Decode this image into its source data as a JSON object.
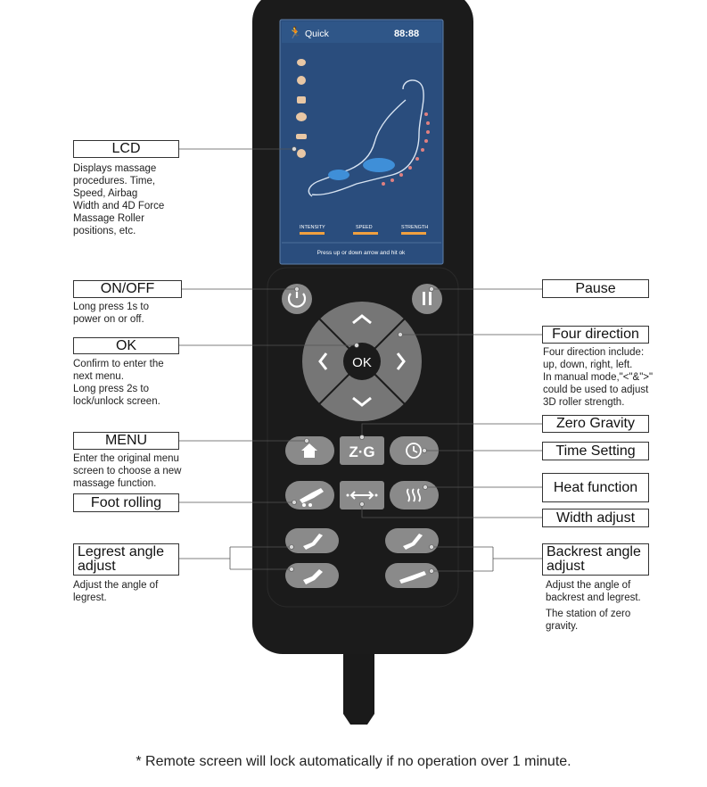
{
  "screen": {
    "mode": "Quick",
    "time": "88:88",
    "gauge_labels": [
      "INTENSITY",
      "SPEED",
      "STRENGTH"
    ],
    "hint": "Press up or down arrow and hit ok"
  },
  "buttons": {
    "ok": "OK",
    "zero_gravity": "Z·G"
  },
  "labels": {
    "lcd": "LCD",
    "on_off": "ON/OFF",
    "ok": "OK",
    "menu": "MENU",
    "foot_rolling": "Foot rolling",
    "legrest": "Legrest angle\nadjust",
    "pause": "Pause",
    "four_direction": "Four direction",
    "zero_gravity": "Zero Gravity",
    "time_setting": "Time Setting",
    "heat_function": "Heat function",
    "width_adjust": "Width adjust",
    "backrest": "Backrest angle\nadjust"
  },
  "descriptions": {
    "lcd": "Displays massage\nprocedures. Time,\nSpeed, Airbag\nWidth and 4D Force\nMassage Roller\npositions, etc.",
    "on_off": "Long press 1s to\npower on or off.",
    "ok": "Confirm to enter the\nnext menu.\nLong press 2s to\nlock/unlock screen.",
    "menu": "Enter the original menu\nscreen to choose a new\nmassage  function.",
    "legrest": "Adjust the angle of\nlegrest.",
    "four_direction": "Four direction include:\nup, down, right, left.\nIn manual mode,\"<\"&\">\"\ncould be used to adjust\n3D roller strength.",
    "backrest_1": "Adjust the angle of\nbackrest and legrest.",
    "backrest_2": "The station of zero\ngravity."
  },
  "footnote": "* Remote screen will lock automatically if no operation over 1 minute."
}
